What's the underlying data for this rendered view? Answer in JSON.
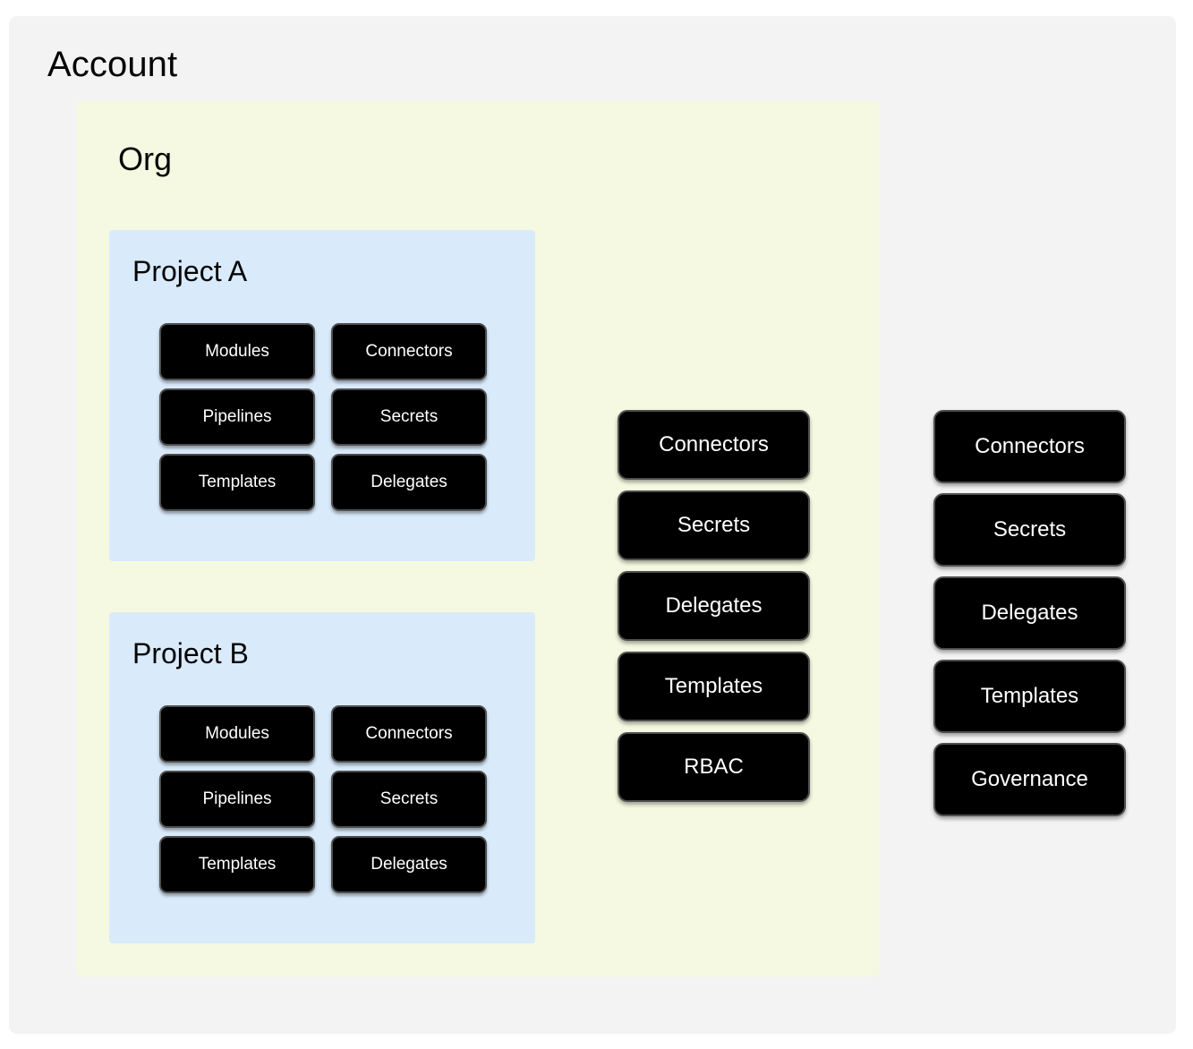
{
  "diagram": {
    "type": "nested-hierarchy",
    "levels": [
      "Account",
      "Org",
      "Project"
    ],
    "account": {
      "title": "Account",
      "bg_color": "#f2f3f2",
      "resources": [
        {
          "label": "Connectors"
        },
        {
          "label": "Secrets"
        },
        {
          "label": "Delegates"
        },
        {
          "label": "Templates"
        },
        {
          "label": "Governance"
        }
      ]
    },
    "org": {
      "title": "Org",
      "bg_color": "#f6f9e1",
      "resources": [
        {
          "label": "Connectors"
        },
        {
          "label": "Secrets"
        },
        {
          "label": "Delegates"
        },
        {
          "label": "Templates"
        },
        {
          "label": "RBAC"
        }
      ]
    },
    "projects": [
      {
        "title": "Project A",
        "bg_color": "#d9eafb",
        "resources": [
          {
            "label": "Modules"
          },
          {
            "label": "Connectors"
          },
          {
            "label": "Pipelines"
          },
          {
            "label": "Secrets"
          },
          {
            "label": "Templates"
          },
          {
            "label": "Delegates"
          }
        ]
      },
      {
        "title": "Project B",
        "bg_color": "#d9eafb",
        "resources": [
          {
            "label": "Modules"
          },
          {
            "label": "Connectors"
          },
          {
            "label": "Pipelines"
          },
          {
            "label": "Secrets"
          },
          {
            "label": "Templates"
          },
          {
            "label": "Delegates"
          }
        ]
      }
    ],
    "tile_style": {
      "fill": "#000000",
      "border": "#4f4f4f",
      "text": "#ffffff"
    }
  }
}
